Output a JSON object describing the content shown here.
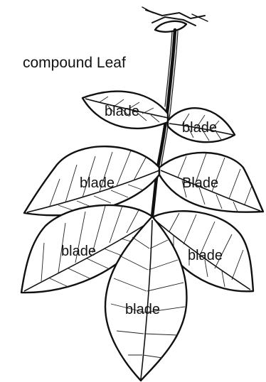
{
  "diagram": {
    "title": "compound Leaf",
    "leaflets": [
      {
        "id": "top-left",
        "label": "blade"
      },
      {
        "id": "top-right",
        "label": "blade"
      },
      {
        "id": "middle-left",
        "label": "blade"
      },
      {
        "id": "middle-right",
        "label": "Blade"
      },
      {
        "id": "lower-left",
        "label": "blade"
      },
      {
        "id": "lower-right",
        "label": "blade"
      },
      {
        "id": "terminal",
        "label": "blade"
      }
    ]
  },
  "colors": {
    "ink": "#111111",
    "paper": "#ffffff"
  }
}
